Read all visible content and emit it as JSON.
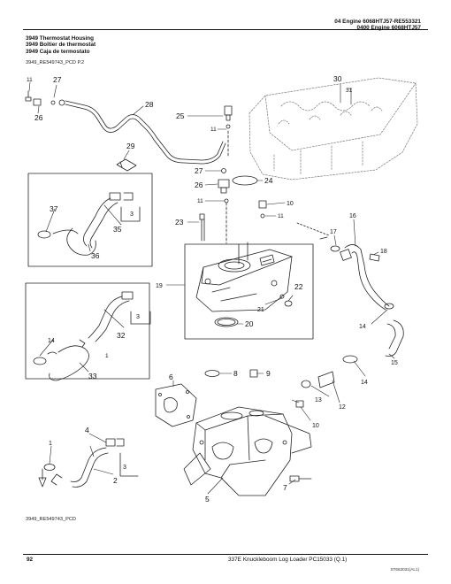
{
  "header": {
    "line1": "04 Engine 6068HTJ57-RE553321",
    "line2": "0400 Engine 6068HTJ57"
  },
  "title": {
    "line1": "3949 Thermostat Housing",
    "line2": "3949 Boîtier de thermostat",
    "line3": "3949 Caja de termostato"
  },
  "figure_ref_top": "3949_RE549743_PCD P.2",
  "figure_ref_bottom": "3949_RE549743_PCD",
  "footer": {
    "page": "92",
    "model": "337E Knuckleboom Log Loader   PC15033   (Q.1)",
    "code": "ST663031(AL1)"
  },
  "callouts": {
    "c1a": "1",
    "c1b": "1",
    "c2": "2",
    "c3a": "3",
    "c3b": "3",
    "c3c": "3",
    "c4": "4",
    "c5": "5",
    "c6": "6",
    "c7": "7",
    "c8": "8",
    "c9": "9",
    "c10a": "10",
    "c10b": "10",
    "c11a": "11",
    "c11b": "11",
    "c11c": "11",
    "c11d": "11",
    "c12": "12",
    "c13": "13",
    "c14a": "14",
    "c14b": "14",
    "c14c": "14",
    "c15": "15",
    "c16": "16",
    "c17": "17",
    "c18": "18",
    "c19": "19",
    "c20": "20",
    "c21": "21",
    "c22": "22",
    "c23": "23",
    "c24": "24",
    "c25": "25",
    "c26a": "26",
    "c26b": "26",
    "c27a": "27",
    "c27b": "27",
    "c28": "28",
    "c29": "29",
    "c30": "30",
    "c31": "31",
    "c32": "32",
    "c33": "33",
    "c35": "35",
    "c36": "36",
    "c37": "37"
  }
}
